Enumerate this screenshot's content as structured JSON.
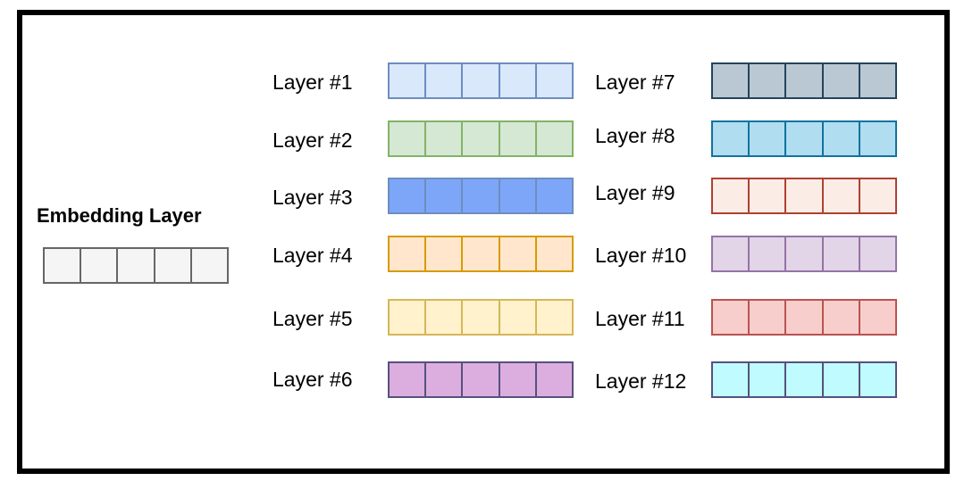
{
  "embedding": {
    "title": "Embedding Layer",
    "fill": "#f5f5f5",
    "stroke": "#666666",
    "cells": 5
  },
  "layers": [
    {
      "label": "Layer #1",
      "fill": "#dae8fc",
      "stroke": "#6c8ebf"
    },
    {
      "label": "Layer #2",
      "fill": "#d5e8d4",
      "stroke": "#82b366"
    },
    {
      "label": "Layer #3",
      "fill": "#7ea6f8",
      "stroke": "#6c8ebf"
    },
    {
      "label": "Layer #4",
      "fill": "#ffe6cc",
      "stroke": "#d79b00"
    },
    {
      "label": "Layer #5",
      "fill": "#fff2cc",
      "stroke": "#d6b656"
    },
    {
      "label": "Layer #6",
      "fill": "#dcaee0",
      "stroke": "#56517e"
    },
    {
      "label": "Layer #7",
      "fill": "#bac8d3",
      "stroke": "#23445d"
    },
    {
      "label": "Layer #8",
      "fill": "#b1ddf0",
      "stroke": "#10739e"
    },
    {
      "label": "Layer #9",
      "fill": "#fbece6",
      "stroke": "#ae4132"
    },
    {
      "label": "Layer #10",
      "fill": "#e1d5e7",
      "stroke": "#9673a6"
    },
    {
      "label": "Layer #11",
      "fill": "#f8cecc",
      "stroke": "#b85450"
    },
    {
      "label": "Layer #12",
      "fill": "#c0fbff",
      "stroke": "#56517e"
    }
  ]
}
